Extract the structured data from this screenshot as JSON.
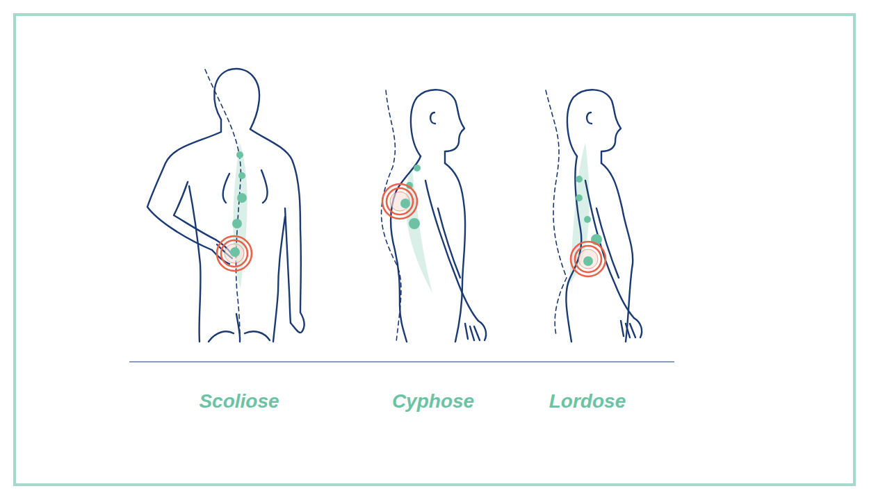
{
  "diagram": {
    "labels": [
      "Scoliose",
      "Cyphose",
      "Lordose"
    ]
  }
}
